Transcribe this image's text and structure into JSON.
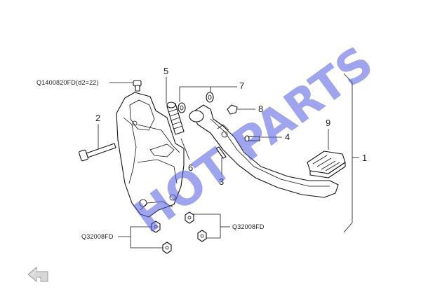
{
  "labels": {
    "bolt_code": "Q1400820FD(d2=22)",
    "nut_code_left": "Q32008FD",
    "nut_code_right": "Q32008FD",
    "n1": "1",
    "n2": "2",
    "n3": "3",
    "n4": "4",
    "n5": "5",
    "n6": "6",
    "n7": "7",
    "n8": "8",
    "n9": "9"
  },
  "watermark": {
    "text": "HOT PARTS",
    "color": "#4f5be0"
  },
  "icons": {
    "nav": "back-arrow-icon"
  }
}
